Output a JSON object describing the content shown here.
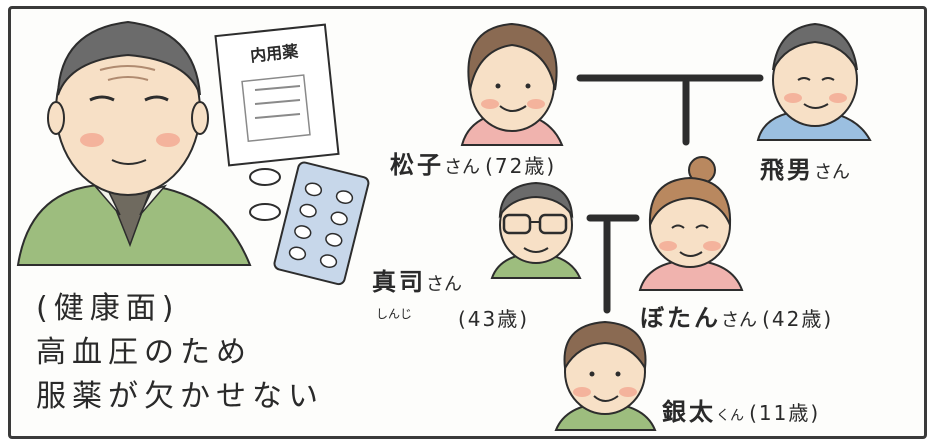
{
  "grandfather": {
    "note_line1": "(健康面)",
    "note_line2": "高血圧のため",
    "note_line3": "服薬が欠かせない"
  },
  "medicine": {
    "envelope_label": "内用薬"
  },
  "family": {
    "matsuko": {
      "name": "松子",
      "suffix": "さん",
      "age": "(72歳)"
    },
    "tobio": {
      "name": "飛男",
      "suffix": "さん"
    },
    "shinji": {
      "name": "真司",
      "suffix": "さん",
      "ruby": "しんじ",
      "age": "(43歳)"
    },
    "botan": {
      "name": "ぼたん",
      "suffix": "さん",
      "age": "(42歳)"
    },
    "ginta": {
      "name": "銀太",
      "suffix": "くん",
      "age": "(11歳)"
    }
  },
  "colors": {
    "line": "#2d2d2d",
    "skin": "#f7e0c6",
    "cheek": "#f2a08a",
    "green": "#9dbd7e",
    "blue": "#9bbfe0",
    "pink": "#f0b3ae"
  }
}
